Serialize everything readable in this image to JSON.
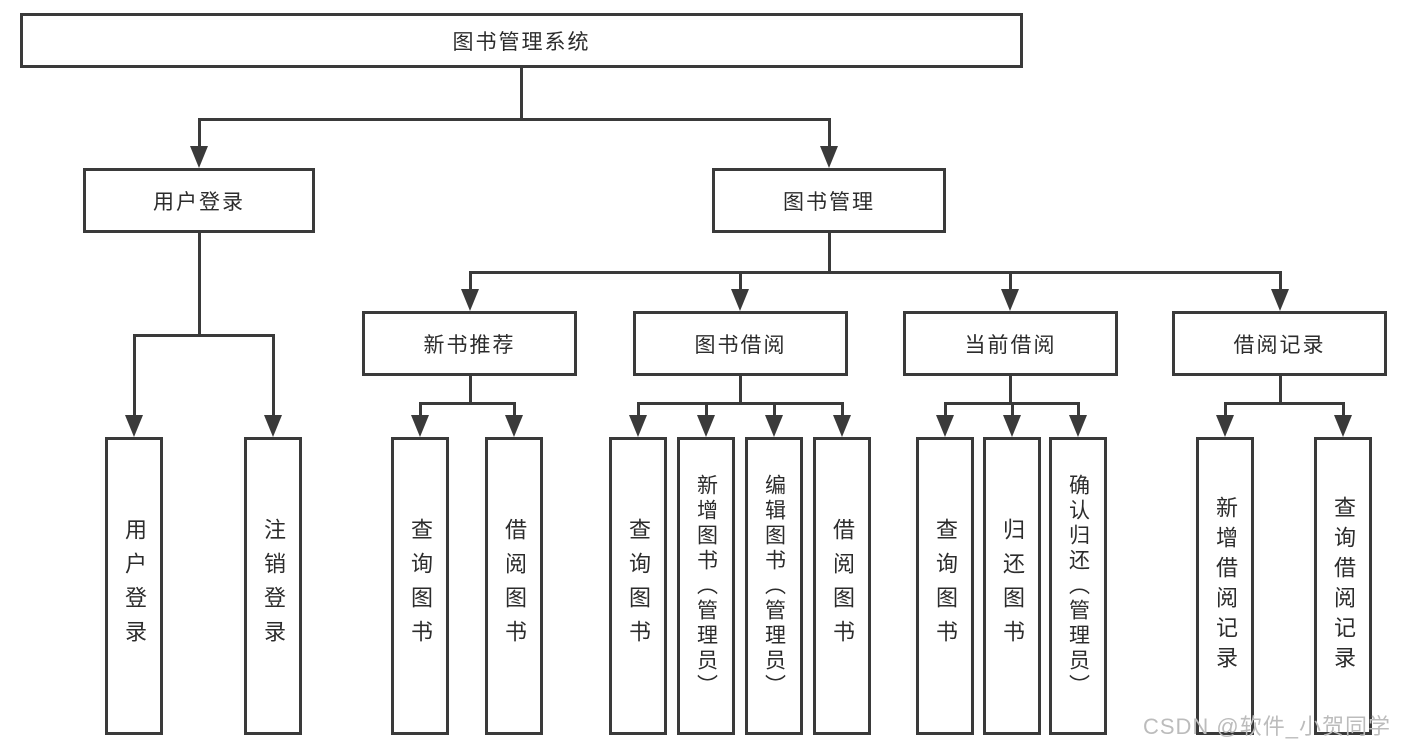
{
  "colors": {
    "line": "#3a3a3a",
    "text": "#2c2c2c",
    "watermark": "#bcbcbc",
    "bg": "#ffffff"
  },
  "root": {
    "label": "图书管理系统"
  },
  "login_branch": {
    "label": "用户登录",
    "leaves": [
      "用户登录",
      "注销登录"
    ]
  },
  "mgmt_branch": {
    "label": "图书管理"
  },
  "modules": [
    {
      "label": "新书推荐",
      "leaves": [
        "查询图书",
        "借阅图书"
      ]
    },
    {
      "label": "图书借阅",
      "leaves": [
        "查询图书",
        "新增图书（管理员）",
        "编辑图书（管理员）",
        "借阅图书"
      ]
    },
    {
      "label": "当前借阅",
      "leaves": [
        "查询图书",
        "归还图书",
        "确认归还（管理员）"
      ]
    },
    {
      "label": "借阅记录",
      "leaves": [
        "新增借阅记录",
        "查询借阅记录"
      ]
    }
  ],
  "watermark": "CSDN @软件_小贺同学"
}
